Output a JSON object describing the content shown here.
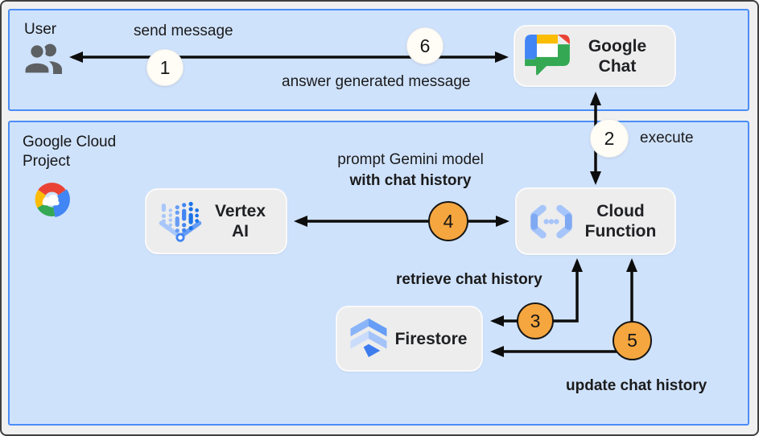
{
  "sections": {
    "user": {
      "label": "User"
    },
    "gcp": {
      "label_line1": "Google Cloud",
      "label_line2": "Project"
    }
  },
  "nodes": {
    "google_chat": {
      "line1": "Google",
      "line2": "Chat"
    },
    "vertex_ai": {
      "line1": "Vertex",
      "line2": "AI"
    },
    "cloud_function": {
      "line1": "Cloud",
      "line2": "Function"
    },
    "firestore": {
      "label": "Firestore"
    }
  },
  "flows": {
    "send_message": {
      "badge": "1",
      "label": "send message"
    },
    "execute": {
      "badge": "2",
      "label": "execute"
    },
    "retrieve_history": {
      "badge": "3",
      "label": "retrieve chat history"
    },
    "prompt_gemini": {
      "badge": "4",
      "label_line1": "prompt Gemini model",
      "label_line2": "with chat history"
    },
    "update_history": {
      "badge": "5",
      "label": "update chat history"
    },
    "answer": {
      "badge": "6",
      "label": "answer generated message"
    }
  },
  "icons": {
    "user": "people-icon",
    "gcp": "google-cloud-logo-icon",
    "google_chat": "google-chat-logo-icon",
    "vertex_ai": "vertex-ai-logo-icon",
    "cloud_function": "cloud-functions-logo-icon",
    "firestore": "firestore-logo-icon"
  },
  "colors": {
    "container_fill": "#cfe2fc",
    "container_border": "#4a8df7",
    "node_fill": "#ededed",
    "badge_orange": "#f5a63f",
    "badge_white": "#fffdf6",
    "arrow": "#0d0d0d",
    "google_blue": "#4285f4",
    "google_red": "#ea4335",
    "google_yellow": "#fbbc04",
    "google_green": "#34a853"
  }
}
